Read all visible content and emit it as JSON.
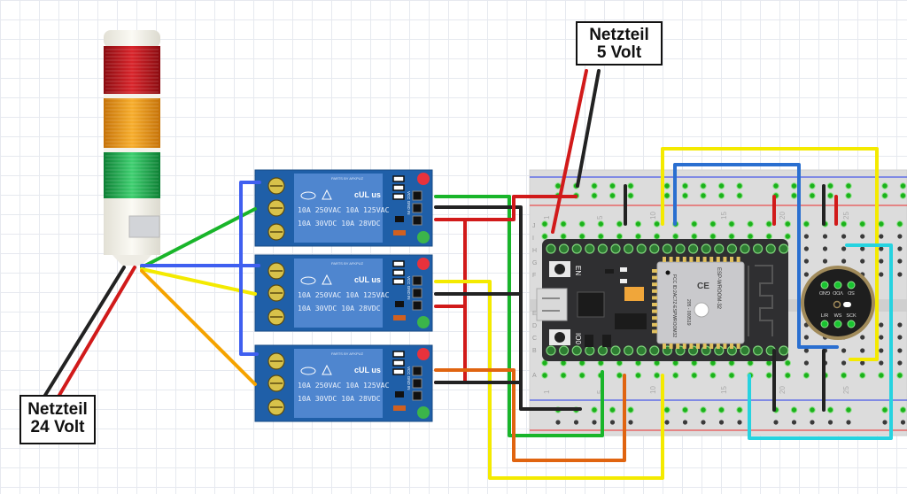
{
  "labels": {
    "psu_5v": {
      "line1": "Netzteil",
      "line2": "5 Volt"
    },
    "psu_24v": {
      "line1": "Netzteil",
      "line2": "24 Volt"
    }
  },
  "stack_light": {
    "segments": [
      "red",
      "orange",
      "green"
    ],
    "colors": {
      "red": "#c3161c",
      "orange": "#f29a18",
      "green": "#1fa64a",
      "body": "#f2f0e6"
    }
  },
  "relays": [
    {
      "id": "relay-1",
      "line1": "10A 250VAC  10A 125VAC",
      "line2": "10A  30VDC  10A  28VDC",
      "brand": "PARTS BY AFKPUZ",
      "cert": "cUL us",
      "pins": [
        "IN",
        "GND",
        "VCC"
      ]
    },
    {
      "id": "relay-2",
      "line1": "10A 250VAC  10A 125VAC",
      "line2": "10A  30VDC  10A  28VDC",
      "brand": "PARTS BY AFKPUZ",
      "cert": "cUL us",
      "pins": [
        "IN",
        "GND",
        "VCC"
      ]
    },
    {
      "id": "relay-3",
      "line1": "10A 250VAC  10A 125VAC",
      "line2": "10A  30VDC  10A  28VDC",
      "brand": "PARTS BY AFKPUZ",
      "cert": "cUL us",
      "pins": [
        "IN",
        "GND",
        "VCC"
      ]
    }
  ],
  "breadboard": {
    "row_letters_top": [
      "J",
      "I",
      "H",
      "G",
      "F"
    ],
    "row_letters_bottom": [
      "E",
      "D",
      "C",
      "B",
      "A"
    ],
    "column_numbers": [
      "1",
      "5",
      "10",
      "15",
      "20",
      "25"
    ]
  },
  "esp32": {
    "module": "ESP-WROOM-32",
    "fcc": "FCC ID:2AC7Z-ESPWROOM32",
    "code": "205 - 000519",
    "buttons": [
      "EN",
      "IO0"
    ]
  },
  "microphone": {
    "pins_top": [
      "GND",
      "VDD",
      "SD"
    ],
    "pins_bottom": [
      "L/R",
      "WS",
      "SCK"
    ]
  },
  "wire_colors": {
    "red": "#d11a1a",
    "black": "#222222",
    "green": "#19b52a",
    "yellow": "#f4ea00",
    "orange": "#e06410",
    "blue": "#2a6fd0",
    "cyan": "#26d3e0",
    "light_blue": "#3f5ff0",
    "amber": "#f5a300"
  }
}
